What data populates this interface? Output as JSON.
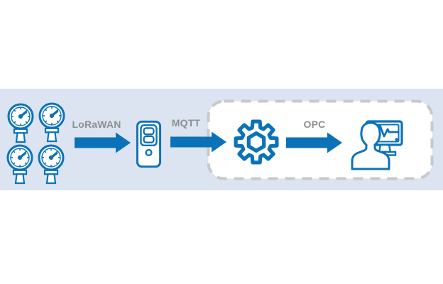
{
  "diagram": {
    "type": "iot-data-flow",
    "colors": {
      "accent_blue": "#0b72b8",
      "band_blue": "#dbe4f0",
      "label_gray": "#8d9093",
      "dash_gray": "#c9c9c9",
      "white": "#ffffff"
    },
    "nodes": [
      {
        "id": "sensors",
        "icon": "pressure-gauge-icon",
        "count": 4
      },
      {
        "id": "gateway",
        "icon": "gateway-server-icon",
        "count": 1
      },
      {
        "id": "processing",
        "icon": "gear-icon",
        "count": 1
      },
      {
        "id": "operator",
        "icon": "operator-monitor-icon",
        "count": 1
      }
    ],
    "boundary": {
      "style": "dashed-rounded-rect",
      "contains": [
        "processing",
        "operator"
      ]
    },
    "links": [
      {
        "label": "LoRaWAN",
        "from": "sensors",
        "to": "gateway"
      },
      {
        "label": "MQTT",
        "from": "gateway",
        "to": "processing"
      },
      {
        "label": "OPC",
        "from": "processing",
        "to": "operator"
      }
    ]
  }
}
